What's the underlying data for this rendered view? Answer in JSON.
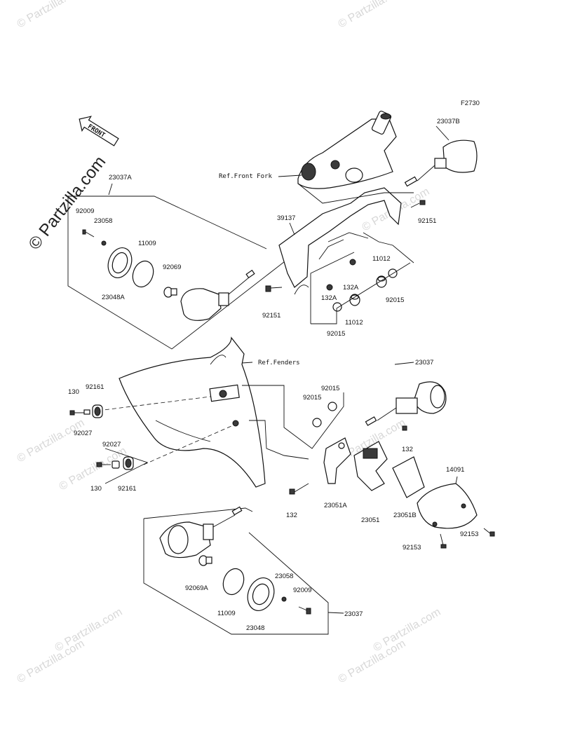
{
  "figure_code": "F2730",
  "front_label": "FRONT",
  "watermarks": {
    "main": "© Partzilla.com",
    "tile": "© Partzilla.com"
  },
  "refs": {
    "front_fork": "Ref.Front Fork",
    "fenders": "Ref.Fenders"
  },
  "parts": {
    "p23037A": "23037A",
    "p23037B": "23037B",
    "p23037_mid": "23037",
    "p23037_low": "23037",
    "p92009_up": "92009",
    "p23058_up": "23058",
    "p11009_up": "11009",
    "p92069": "92069",
    "p23048A": "23048A",
    "p39137": "39137",
    "p92151_r": "92151",
    "p92151_l": "92151",
    "p11012_a": "11012",
    "p11012_b": "11012",
    "p132A_a": "132A",
    "p132A_b": "132A",
    "p92015_a": "92015",
    "p92015_b": "92015",
    "p92015_c": "92015",
    "p92015_d": "92015",
    "p130_a": "130",
    "p130_b": "130",
    "p92161_a": "92161",
    "p92161_b": "92161",
    "p92027_a": "92027",
    "p92027_b": "92027",
    "p132_a": "132",
    "p132_b": "132",
    "p23051A": "23051A",
    "p23051": "23051",
    "p23051B": "23051B",
    "p14091": "14091",
    "p92153_a": "92153",
    "p92153_b": "92153",
    "p92069A": "92069A",
    "p11009_low": "11009",
    "p23058_low": "23058",
    "p92009_low": "92009",
    "p23048": "23048"
  },
  "colors": {
    "ink": "#111111",
    "watermark": "#d8d8d8",
    "paper": "#ffffff"
  }
}
